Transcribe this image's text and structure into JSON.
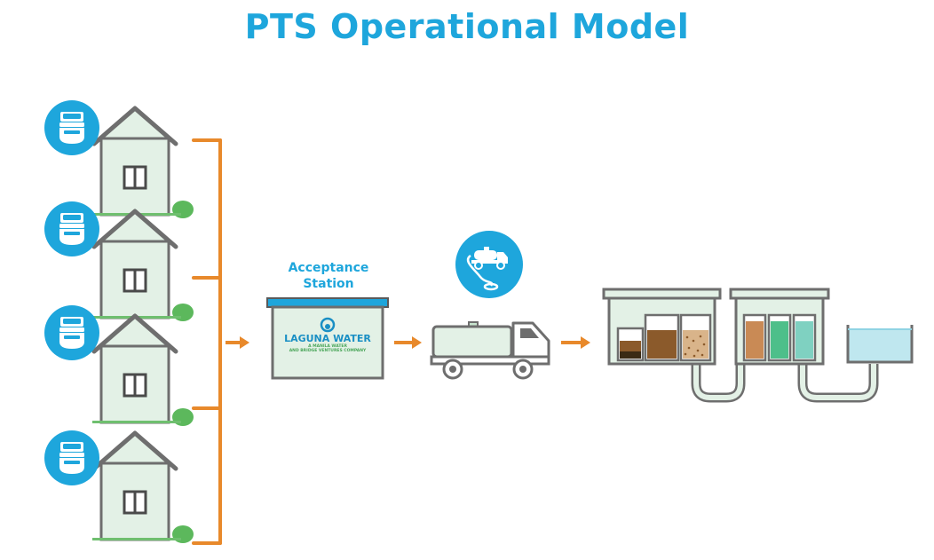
{
  "title": "PTS Operational Model",
  "acceptance_station": {
    "label_line1": "Acceptance",
    "label_line2": "Station",
    "brand": "LAGUNA WATER",
    "brand_sub1": "A MANILA WATER",
    "brand_sub2": "AND BRIDGE VENTURES COMPANY"
  },
  "households_count": 4,
  "colors": {
    "accent_blue": "#1ea6dc",
    "arrow_orange": "#e8892b",
    "house_fill": "#e3f1e6",
    "outline_gray": "#6e6e6e"
  },
  "icons": [
    "toilet-icon",
    "house-icon",
    "acceptance-station-icon",
    "vacuum-truck-icon",
    "desludging-truck-icon",
    "treatment-plant-icon",
    "water-pool-icon"
  ]
}
